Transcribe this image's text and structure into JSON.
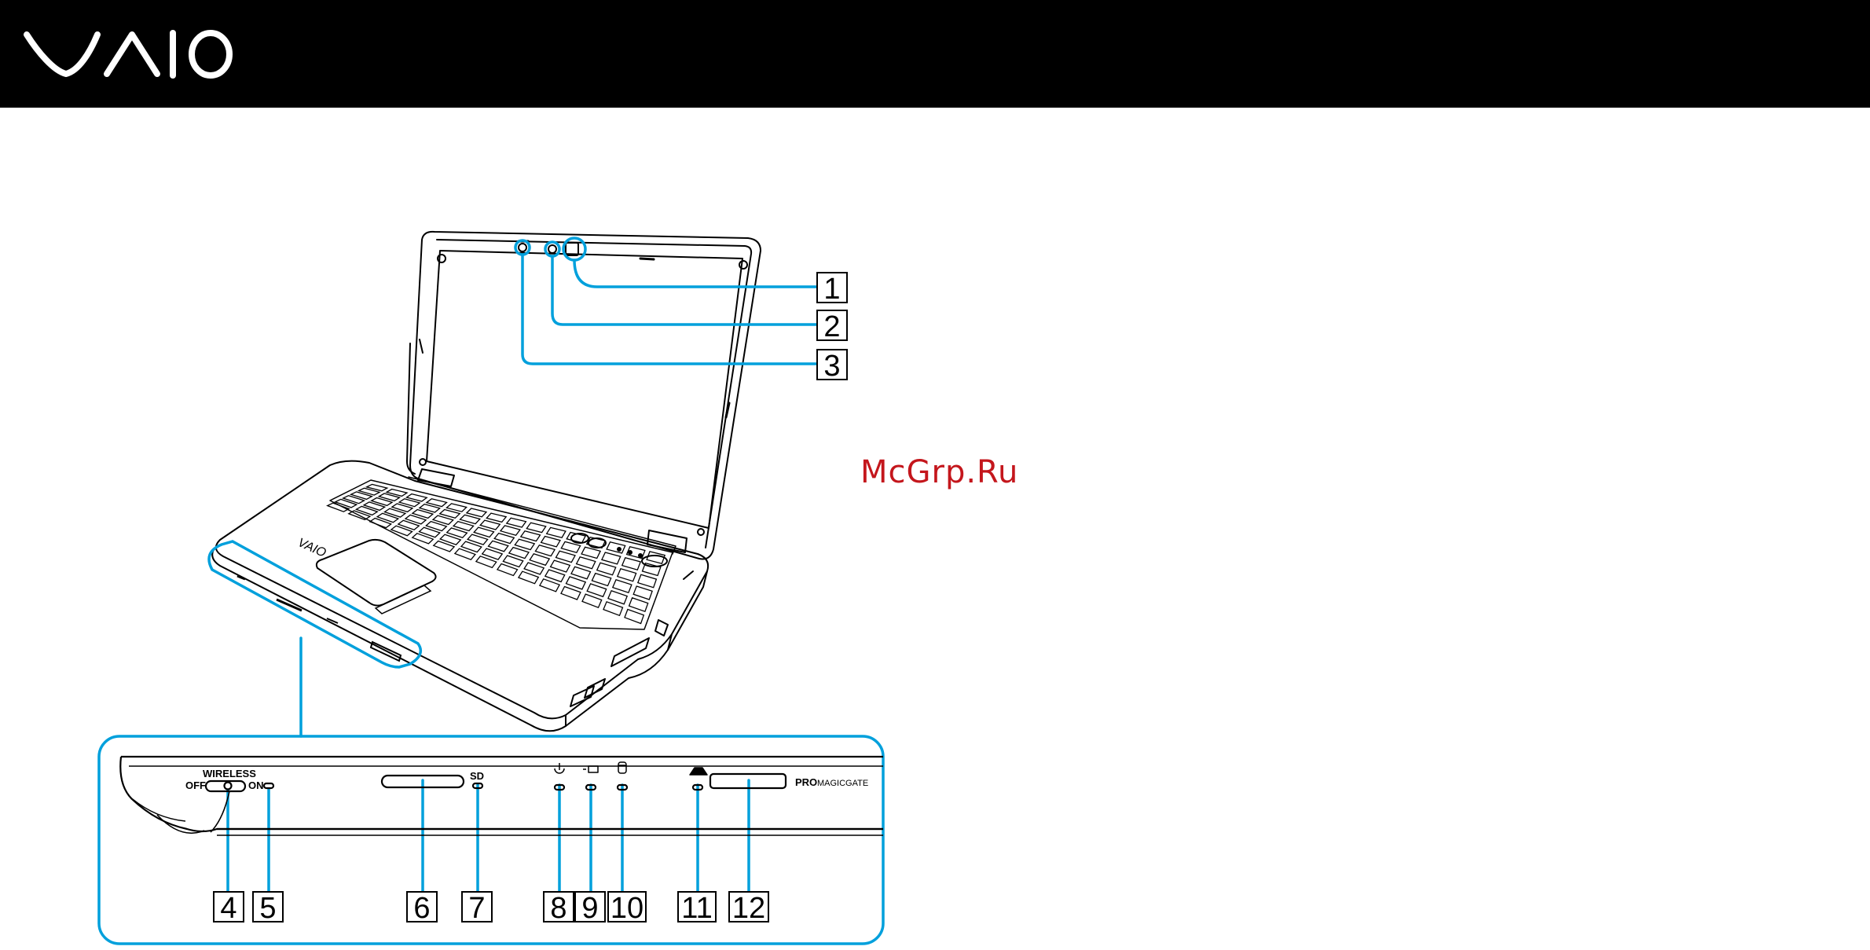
{
  "header": {
    "brand": "VAIO",
    "background": "#000000",
    "logo_color": "#ffffff"
  },
  "watermark": {
    "text": "McGrp.Ru",
    "color": "#c4161c"
  },
  "accent_color": "#00a0dc",
  "callouts": [
    "1",
    "2",
    "3",
    "4",
    "5",
    "6",
    "7",
    "8",
    "9",
    "10",
    "11",
    "12"
  ],
  "front_labels": {
    "wireless": "WIRELESS",
    "off": "OFF",
    "on": "ON",
    "sd": "SD",
    "pro": "PRO",
    "magicgate": "MAGICGATE"
  },
  "icons": [
    "camera-lens-icon",
    "camera-indicator-icon",
    "microphone-icon",
    "power-icon",
    "battery-icon",
    "hard-disk-icon",
    "memory-stick-icon"
  ]
}
